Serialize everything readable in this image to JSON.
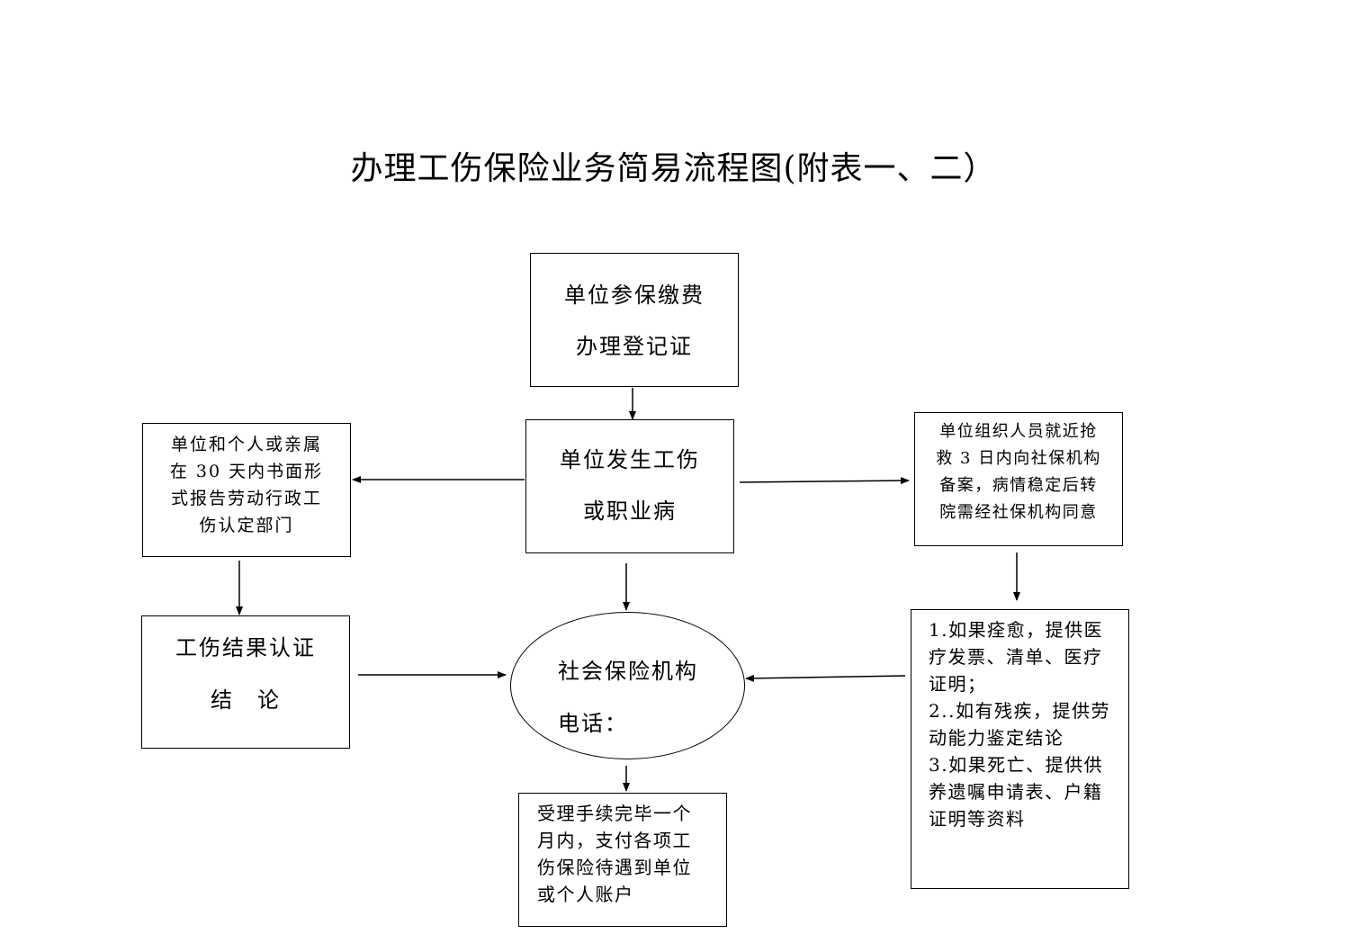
{
  "title": "办理工伤保险业务简易流程图(附表一、二）",
  "nodes": {
    "register": {
      "line1": "单位参保缴费",
      "line2": "办理登记证"
    },
    "injury": {
      "line1": "单位发生工伤",
      "line2": "或职业病"
    },
    "report": {
      "line1": "单位和个人或亲属",
      "line2": "在 30 天内书面形",
      "line3": "式报告劳动行政工",
      "line4": "伤认定部门"
    },
    "rescue": {
      "line1": "单位组织人员就近抢",
      "line2": "救 3 日内向社保机构",
      "line3": "备案，病情稳定后转",
      "line4": "院需经社保机构同意"
    },
    "conclusion": {
      "line1": "工伤结果认证",
      "line2": "结　论"
    },
    "agency": {
      "line1": "社会保险机构",
      "line2": "电话："
    },
    "documents": {
      "line1": "1.如果痊愈，提供医",
      "line2": "疗发票、清单、医疗",
      "line3": "证明；",
      "line4": "2..如有残疾，提供劳",
      "line5": "动能力鉴定结论",
      "line6": "3.如果死亡、提供供",
      "line7": "养遗嘱申请表、户籍",
      "line8": "证明等资料"
    },
    "payment": {
      "line1": "受理手续完毕一个",
      "line2": "月内，支付各项工",
      "line3": "伤保险待遇到单位",
      "line4": "或个人账户"
    }
  }
}
